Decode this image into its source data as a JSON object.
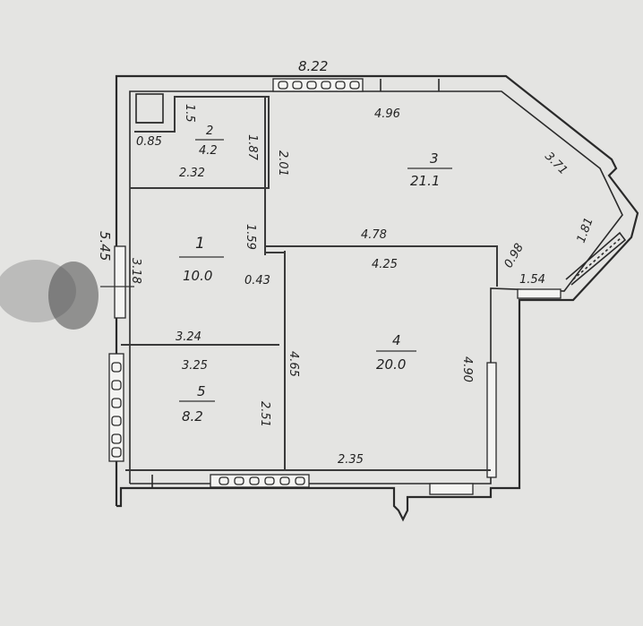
{
  "overall": {
    "width": "8.22",
    "height": "5.45"
  },
  "rooms": [
    {
      "id": "1",
      "number": "1",
      "area": "10.0"
    },
    {
      "id": "2",
      "number": "2",
      "area": "4.2"
    },
    {
      "id": "3",
      "number": "3",
      "area": "21.1"
    },
    {
      "id": "4",
      "number": "4",
      "area": "20.0"
    },
    {
      "id": "5",
      "number": "5",
      "area": "8.2"
    }
  ],
  "dimensions": {
    "r2_width": "2.32",
    "r2_left": "0.85",
    "r2_top": "1.5",
    "r2_height": "1.87",
    "r3_top": "4.96",
    "r3_left": "2.01",
    "r3_diag": "3.71",
    "r3_bottom": "4.78",
    "r1_height": "3.18",
    "r1_right": "1.59",
    "r1_bottom": "3.24",
    "r1_small": "0.43",
    "r4_top": "4.25",
    "r4_left": "4.65",
    "r4_right": "4.90",
    "r4_bottom": "2.35",
    "r5_top": "3.25",
    "r5_right": "2.51",
    "bal_width": "1.54",
    "bal_diag": "1.81",
    "bal_small": "0.98"
  }
}
